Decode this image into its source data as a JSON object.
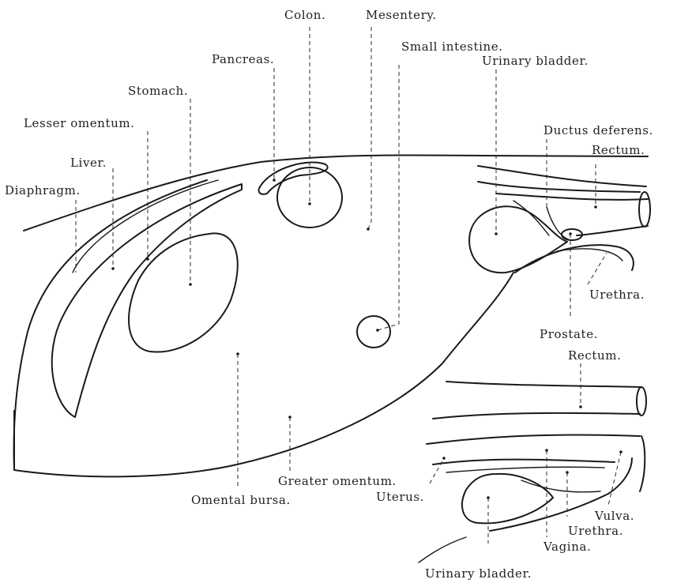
{
  "labels": {
    "colon": "Colon.",
    "mesentery": "Mesentery.",
    "small_intestine": "Small intestine.",
    "pancreas": "Pancreas.",
    "urinary_bladder": "Urinary bladder.",
    "stomach": "Stomach.",
    "ductus_deferens": "Ductus deferens.",
    "lesser_omentum": "Lesser omentum.",
    "rectum": "Rectum.",
    "liver": "Liver.",
    "diaphragm": "Diaphragm.",
    "urethra": "Urethra.",
    "prostate": "Prostate.",
    "rectum_female": "Rectum.",
    "greater_omentum": "Greater omentum.",
    "omental_bursa": "Omental bursa.",
    "uterus": "Uterus.",
    "vulva": "Vulva.",
    "urethra_female": "Urethra.",
    "vagina": "Vagina.",
    "urinary_bladder_female": "Urinary bladder."
  }
}
